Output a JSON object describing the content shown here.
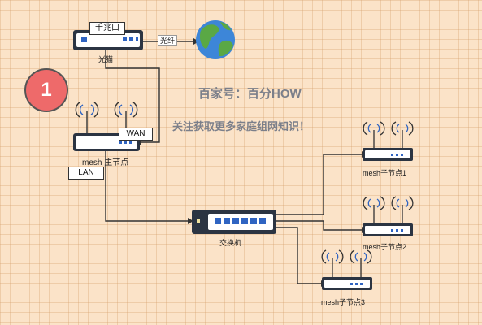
{
  "badge": {
    "number": "1"
  },
  "watermark": {
    "line1": "百家号：百分HOW",
    "line2": "关注获取更多家庭组网知识！"
  },
  "devices": {
    "modem": {
      "label": "光猫",
      "port_label": "千兆口"
    },
    "fiber_label": "光纤",
    "main_node": {
      "label": "mesh 主节点",
      "wan_label": "WAN",
      "lan_label": "LAN"
    },
    "switch": {
      "label": "交换机"
    },
    "sub_nodes": [
      {
        "label": "mesh子节点1"
      },
      {
        "label": "mesh子节点2"
      },
      {
        "label": "mesh子节点3"
      }
    ]
  },
  "colors": {
    "device_body": "#ffffff",
    "device_dark": "#2b3442",
    "port_blue": "#2f64c2",
    "globe_ocean": "#3d86d8",
    "globe_land": "#5aa845",
    "badge": "#ee6a6a",
    "line": "#333333"
  }
}
